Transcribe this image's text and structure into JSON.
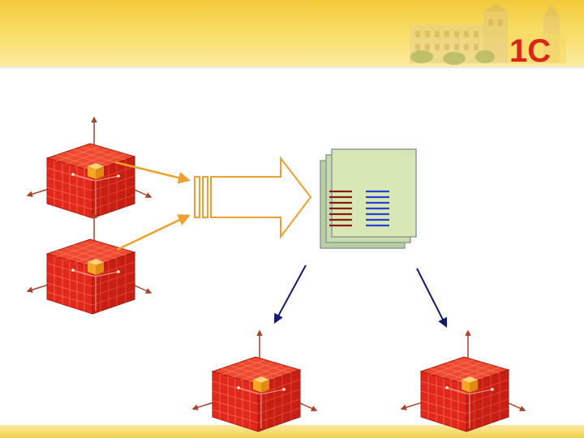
{
  "slide": {
    "logo": {
      "text": "1С",
      "color": "#d8261b"
    },
    "colors": {
      "header_yellow": "#f5cf45",
      "cube_red": "#e0281c",
      "axis_brown": "#a8442a",
      "center_orange": "#f5a623",
      "feed_arrow": "#f0a030",
      "document_fill": "#d7e8b5",
      "lines_dark_red": "#8b1a10",
      "lines_blue": "#2a3fd6",
      "out_arrow": "#141a6e"
    },
    "elements": {
      "source_cubes": [
        "cube-top-left",
        "cube-bottom-left"
      ],
      "target_cubes": [
        "cube-bottom-center",
        "cube-bottom-right"
      ],
      "hollow_arrow_icon": "hollow-right-arrow-icon",
      "document_icon": "stacked-document-icon"
    }
  }
}
